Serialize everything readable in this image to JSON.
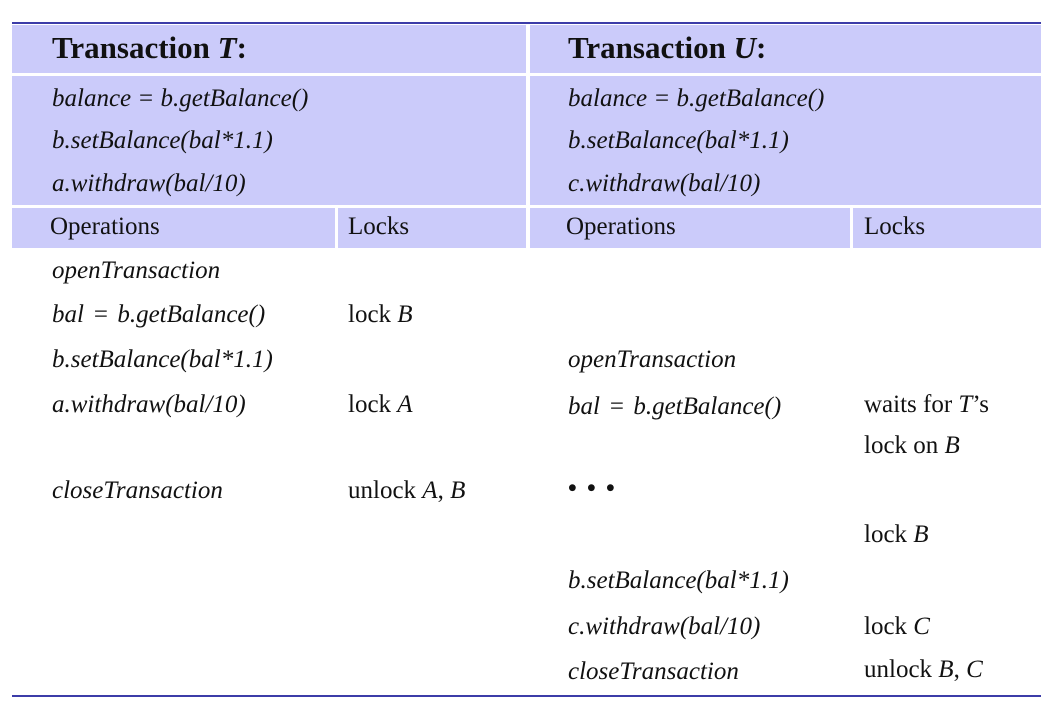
{
  "transaction_t": {
    "title_prefix": "Transaction ",
    "title_var": "T",
    "title_suffix": ":",
    "code": [
      "balance = b.getBalance()",
      "b.setBalance(bal*1.1)",
      "a.withdraw(bal/10)"
    ],
    "col_operations": "Operations",
    "col_locks": "Locks",
    "operations": [
      "openTransaction",
      "bal =  b.getBalance()",
      "b.setBalance(bal*1.1)",
      "a.withdraw(bal/10)",
      "closeTransaction"
    ],
    "locks": {
      "lock_b": {
        "text": "lock ",
        "var": "B"
      },
      "lock_a": {
        "text": "lock ",
        "var": "A"
      },
      "unlock": {
        "text": "unlock ",
        "var1": "A",
        "sep": ", ",
        "var2": "B"
      }
    }
  },
  "transaction_u": {
    "title_prefix": "Transaction ",
    "title_var": "U",
    "title_suffix": ":",
    "code": [
      "balance = b.getBalance()",
      "b.setBalance(bal*1.1)",
      "c.withdraw(bal/10)"
    ],
    "col_operations": "Operations",
    "col_locks": "Locks",
    "operations": [
      "openTransaction",
      "bal =  b.getBalance()",
      "• • •",
      "b.setBalance(bal*1.1)",
      "c.withdraw(bal/10)",
      "closeTransaction"
    ],
    "locks": {
      "waits_line1": {
        "text": "waits for ",
        "var": "T",
        "suffix": "’s"
      },
      "waits_line2": {
        "text": "lock on ",
        "var": "B"
      },
      "lock_b": {
        "text": "lock ",
        "var": "B"
      },
      "lock_c": {
        "text": "lock ",
        "var": "C"
      },
      "unlock": {
        "text": "unlock ",
        "var1": "B",
        "sep": ", ",
        "var2": "C"
      }
    }
  }
}
